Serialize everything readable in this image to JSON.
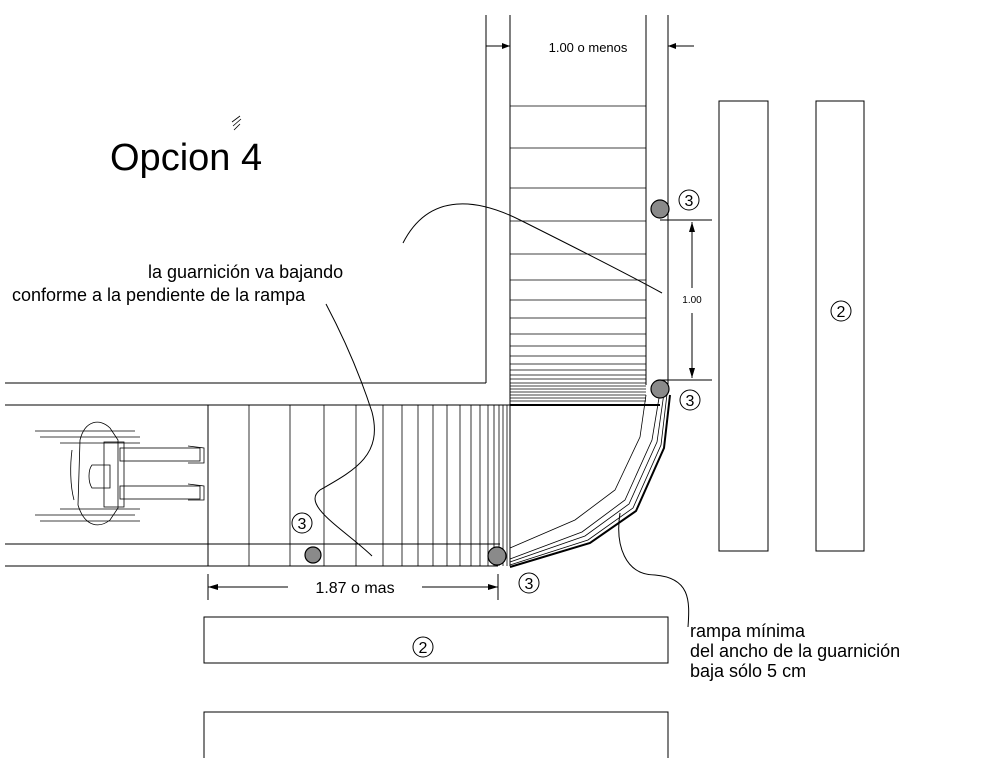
{
  "diagram": {
    "title": "Opcion 4",
    "note_curb": [
      "la guarnición va bajando",
      "conforme a la pendiente de la rampa"
    ],
    "note_ramp": [
      "rampa mínima",
      "del ancho de la guarnición",
      "baja sólo 5 cm"
    ],
    "dim_top": "1.00 o menos",
    "dim_side": "1.00",
    "dim_bottom": "1.87 o mas",
    "marker_bollard": "3",
    "marker_crossing": "2"
  }
}
